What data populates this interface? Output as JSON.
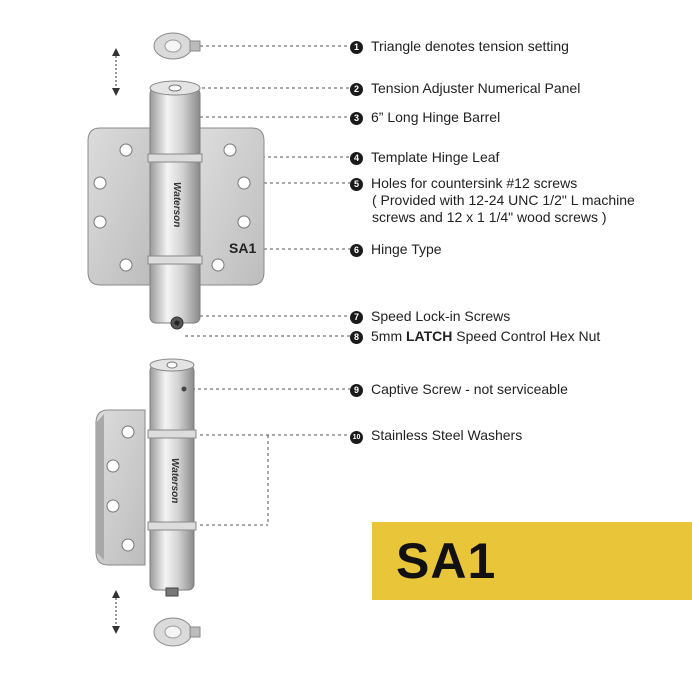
{
  "callouts": [
    {
      "num": "1",
      "text": "Triangle denotes tension setting"
    },
    {
      "num": "2",
      "text": "Tension Adjuster Numerical Panel"
    },
    {
      "num": "3",
      "text": "6” Long Hinge Barrel"
    },
    {
      "num": "4",
      "text": "Template Hinge Leaf"
    },
    {
      "num": "5",
      "text": "Holes for countersink #12 screws",
      "sub1": "( Provided with 12-24 UNC 1/2\" L machine",
      "sub2": "screws and 12 x 1 1/4\" wood screws )"
    },
    {
      "num": "6",
      "text": "Hinge Type"
    },
    {
      "num": "7",
      "text": "Speed Lock-in Screws"
    },
    {
      "num": "8",
      "pre": "5mm ",
      "bold": "LATCH",
      "post": " Speed Control Hex Nut"
    },
    {
      "num": "9",
      "text": "Captive Screw - not serviceable"
    },
    {
      "num": "10",
      "text": "Stainless Steel Washers"
    }
  ],
  "hinge_type_label": "SA1",
  "badge": {
    "text": "SA1",
    "color": "#e9c53a"
  },
  "brand": "Waterson",
  "colors": {
    "steel_light": "#e6e6e6",
    "steel_mid": "#c4c4c4",
    "steel_dark": "#8c8c8c",
    "text": "#222222"
  }
}
